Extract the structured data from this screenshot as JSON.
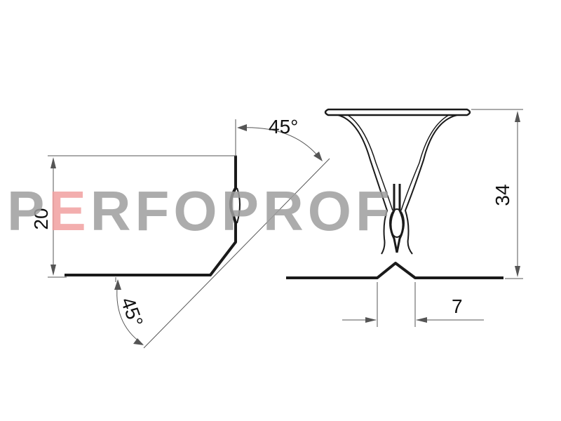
{
  "labels": {
    "angle_top": "45°",
    "angle_bottom": "45°",
    "height_left": "20",
    "height_right": "34",
    "width_bottom": "7"
  },
  "watermark": {
    "text_light": "P",
    "text_accent": "E",
    "text_rest": "RFOPROF",
    "color_light": "#9e9e9e",
    "color_accent": "#f2a0a0"
  },
  "colors": {
    "stroke": "#1a1a1a",
    "dimension": "#555555"
  }
}
